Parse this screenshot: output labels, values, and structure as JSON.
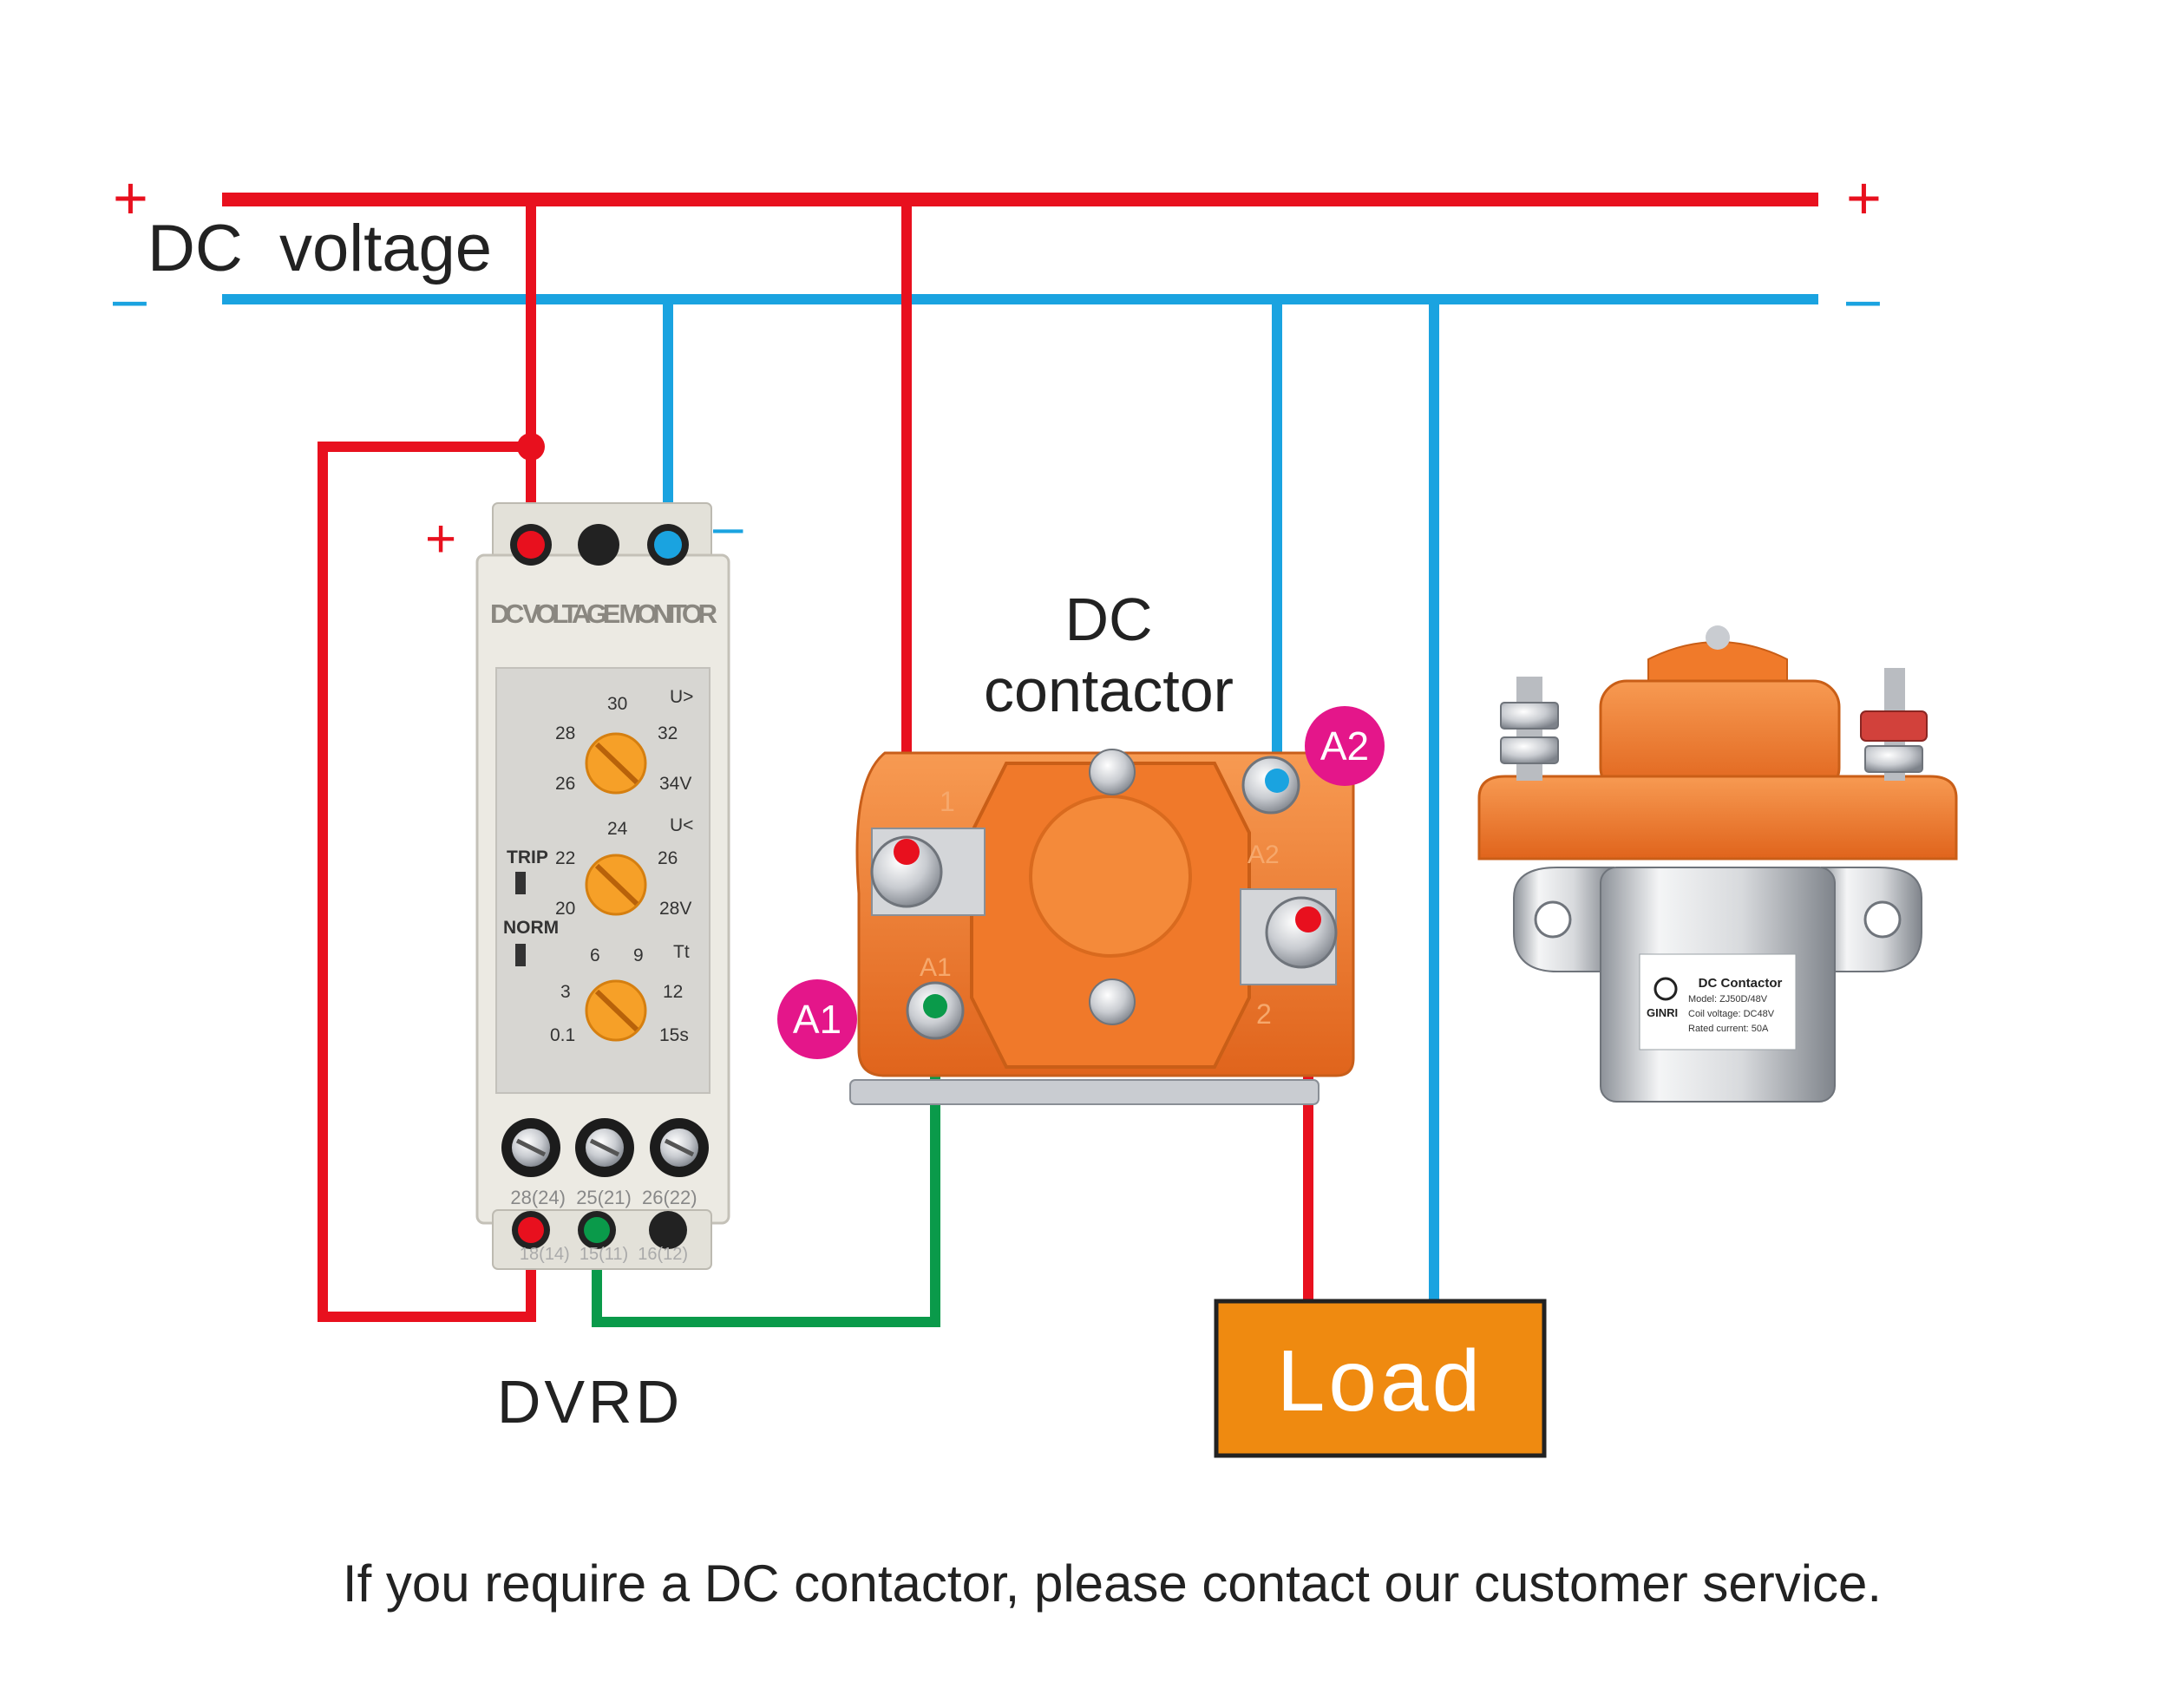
{
  "colors": {
    "positive": "#e8101e",
    "negative": "#1aa3e0",
    "signal": "#0a9a4a",
    "badge": "#e4168a",
    "load_fill": "#ef8a10",
    "contactor_orange": "#f07a2a",
    "module_body": "#eceae3"
  },
  "supply": {
    "plus_left": "+",
    "minus_left": "–",
    "plus_right": "+",
    "minus_right": "–",
    "label": "DC  voltage"
  },
  "relay": {
    "name": "DVRD",
    "plus": "+",
    "minus": "–",
    "title": "DC VOLTAGE MONITOR",
    "dial_over": {
      "label": "U>",
      "ticks": [
        "30",
        "28",
        "32",
        "26",
        "34V"
      ]
    },
    "dial_under": {
      "label": "U<",
      "ticks": [
        "24",
        "22",
        "26",
        "20",
        "28V"
      ]
    },
    "dial_time": {
      "label": "Tt",
      "ticks": [
        "6",
        "9",
        "3",
        "12",
        "0.1",
        "15s"
      ]
    },
    "trip_label": "TRIP",
    "norm_label": "NORM",
    "terminals_top_row": "28(24)  25(21)  26(22)",
    "terminals_bottom_row": "18(14)  15(11)  16(12)"
  },
  "contactor": {
    "title_line1": "DC",
    "title_line2": "contactor",
    "badge_a1": "A1",
    "badge_a2": "A2",
    "mark_1": "1",
    "mark_2": "2",
    "mark_a1": "A1",
    "mark_a2": "A2"
  },
  "product": {
    "label_title": "DC Contactor",
    "brand": "GINRI",
    "model": "Model:   ZJ50D/48V",
    "coil": "Coil voltage: DC48V",
    "current": "Rated current:   50A"
  },
  "load": {
    "label": "Load"
  },
  "footer": "If you require a DC contactor, please contact our customer service."
}
